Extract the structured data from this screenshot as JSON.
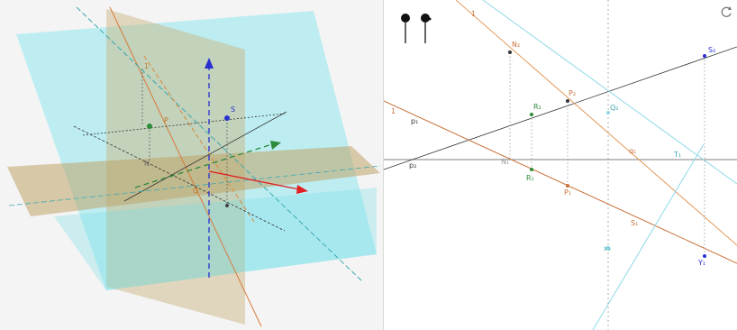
{
  "view3d": {
    "labels": {
      "l1": "1",
      "p1": "P",
      "n1": "N",
      "s1": "S",
      "q1": "Q"
    }
  },
  "view2d": {
    "labels": {
      "line_top": "1",
      "line_left": "1",
      "n2": "N₂",
      "p2": "P₂",
      "s2": "S₂",
      "r2": "R₂",
      "q2": "Q₂",
      "q_axis": "q₁",
      "p_left": "p₁",
      "n_axis": "N₁",
      "r1": "R₁",
      "p1": "P₁",
      "s1": "S₁",
      "x2": "x₂",
      "y1": "Y₁",
      "axis_left": "p₂",
      "t1": "T₁"
    },
    "sliders": [
      "slider-1",
      "slider-2"
    ]
  },
  "toolbar": {
    "refresh_icon": "refresh-icon"
  },
  "colors": {
    "cyan_plane": "#7fe6ee",
    "tan_plane": "#c9b27a",
    "orange_line": "#e07a3a",
    "cyan_line": "#7fd9e6",
    "green_point": "#2e8b3a",
    "blue_point": "#2a2fd0",
    "red_axis": "#e02020"
  }
}
